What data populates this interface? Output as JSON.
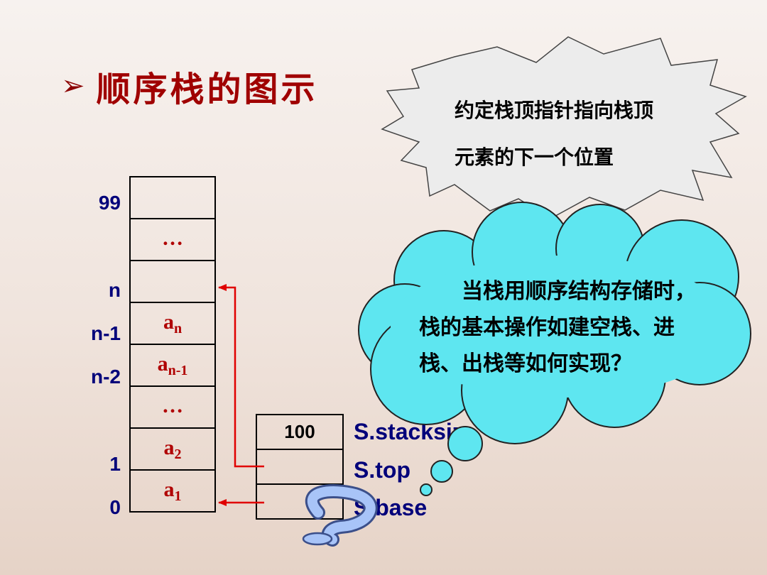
{
  "title": {
    "bullet": "➢",
    "text": "顺序栈的图示"
  },
  "stack": {
    "index_labels": [
      "99",
      "n",
      "n-1",
      "n-2",
      "1",
      "0"
    ],
    "cells": [
      {
        "base": "",
        "sub": ""
      },
      {
        "base": "…",
        "sub": ""
      },
      {
        "base": "",
        "sub": ""
      },
      {
        "base": "a",
        "sub": "n"
      },
      {
        "base": "a",
        "sub": "n-1"
      },
      {
        "base": "…",
        "sub": ""
      },
      {
        "base": "a",
        "sub": "2"
      },
      {
        "base": "a",
        "sub": "1"
      }
    ]
  },
  "struct": {
    "values": [
      "100",
      "",
      ""
    ],
    "fields": [
      "S.stacksize",
      "S.top",
      "S.base"
    ]
  },
  "note": {
    "line1": "约定栈顶指针指向栈顶",
    "line2": "元素的下一个位置"
  },
  "cloud": {
    "line1": "　　当栈用顺序结构存储时，",
    "line2": "栈的基本操作如建空栈、进",
    "line3": "栈、出栈等如何实现？"
  },
  "colors": {
    "title": "#a00000",
    "index_text": "#00007a",
    "cell_text": "#b00000",
    "arrow": "#e00000",
    "cloud_fill": "#5ee6f0",
    "note_fill": "#ececec",
    "question_mark": "#9bbcf5"
  },
  "icons": {
    "decoration": "question-mark-icon"
  }
}
